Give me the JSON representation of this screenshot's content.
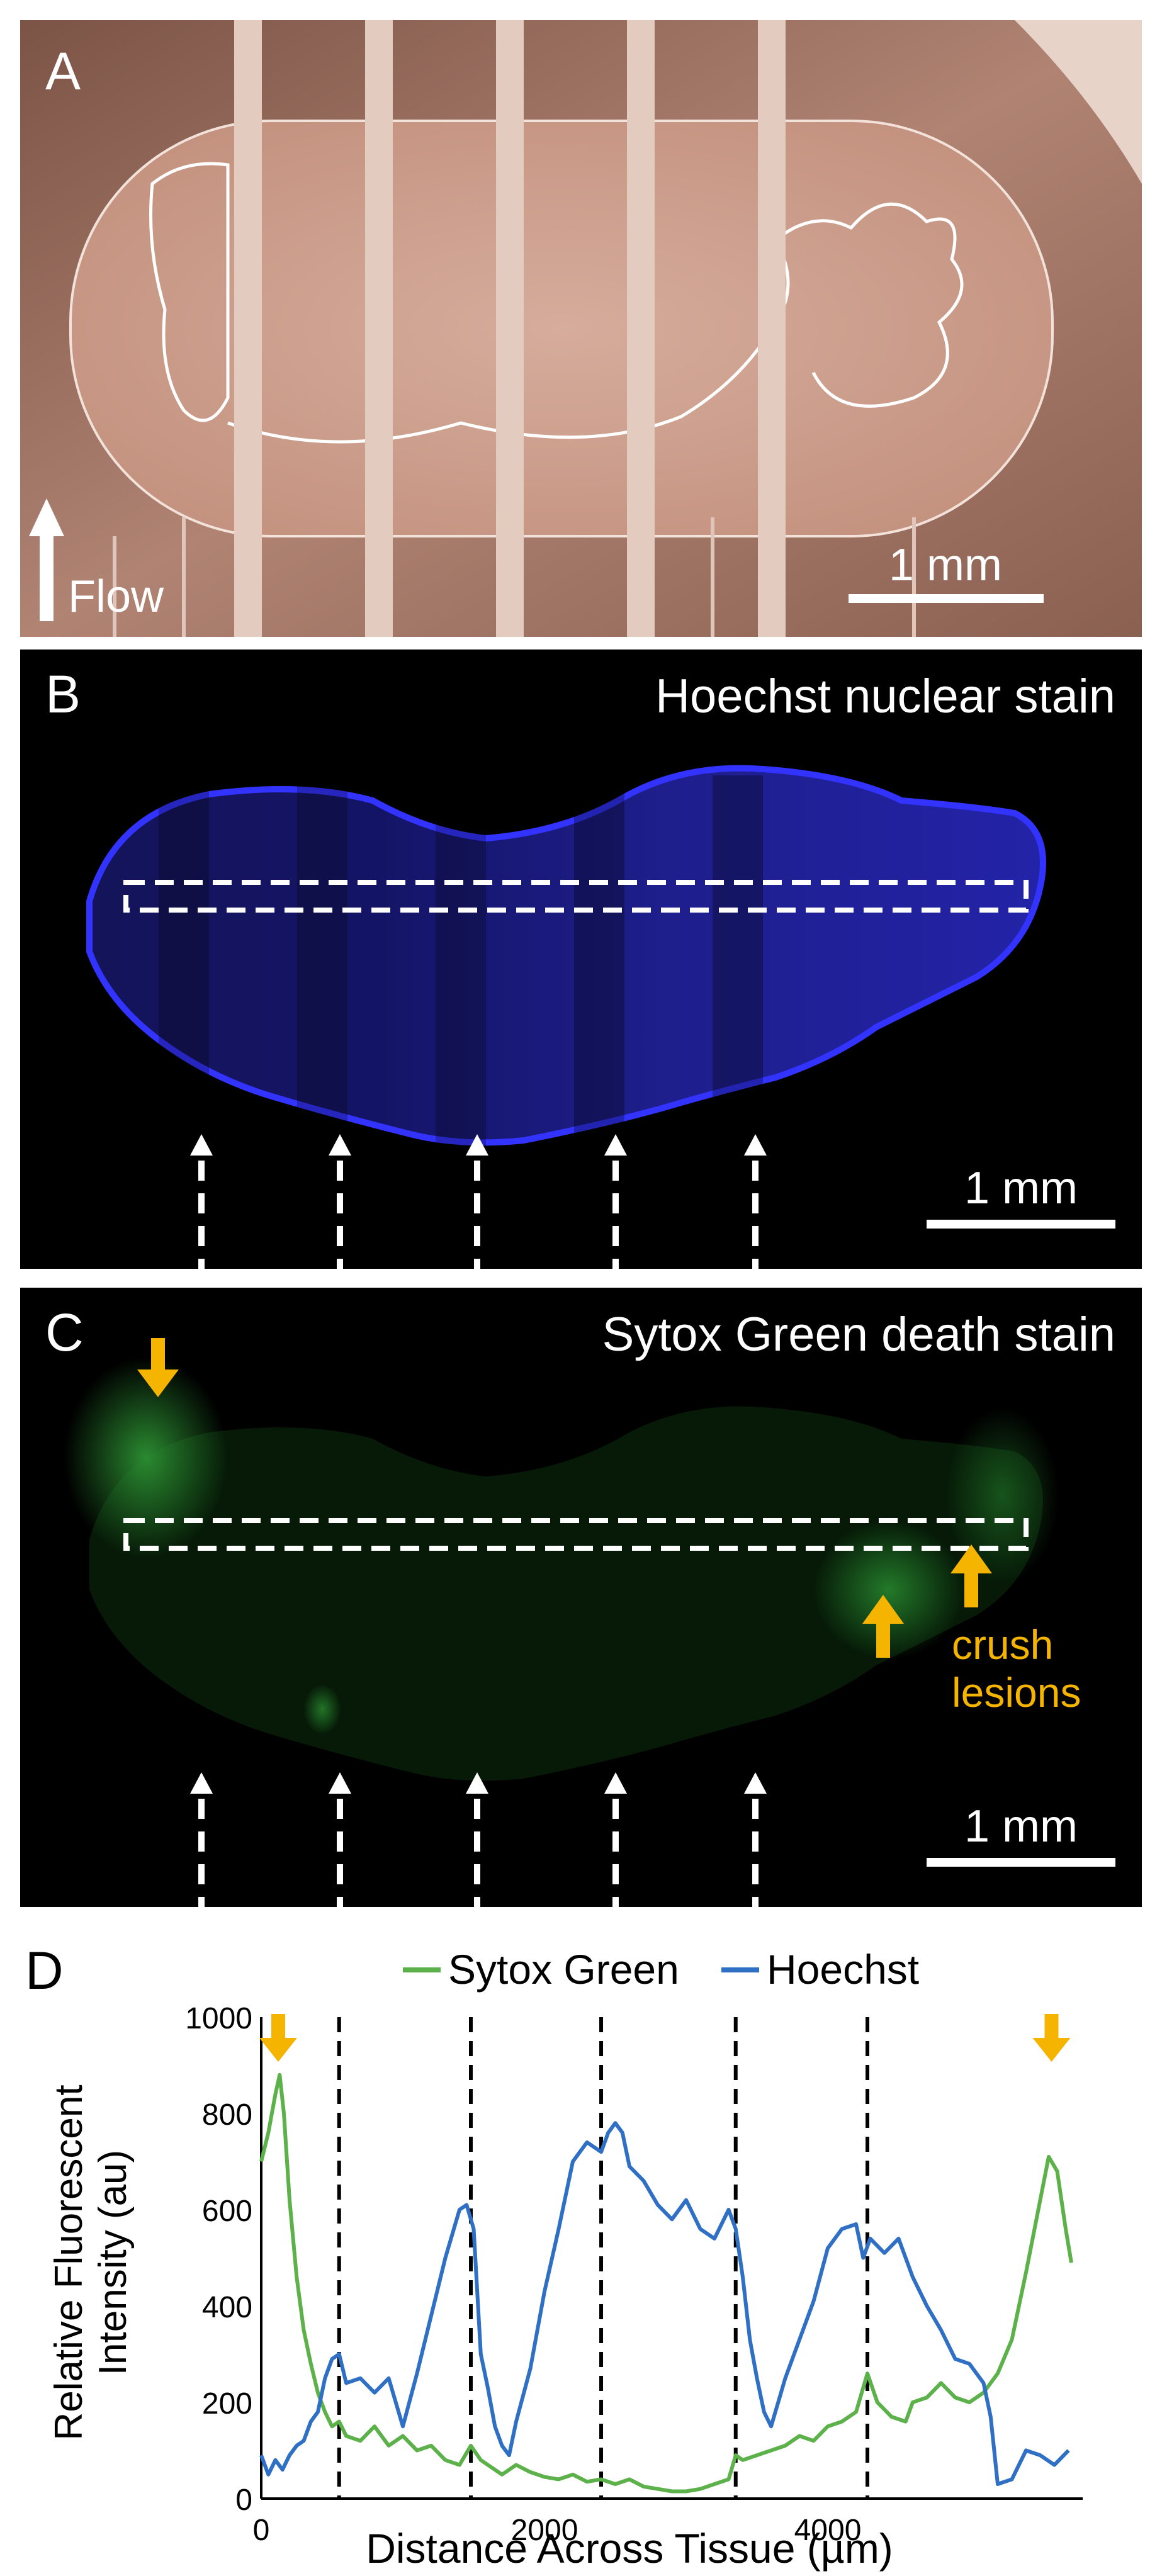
{
  "panel_a": {
    "letter": "A",
    "flow_label": "Flow",
    "scale_bar_label": "1 mm"
  },
  "panel_b": {
    "letter": "B",
    "title": "Hoechst nuclear stain",
    "scale_bar_label": "1 mm"
  },
  "panel_c": {
    "letter": "C",
    "title": "Sytox Green death stain",
    "annotation_line1": "crush",
    "annotation_line2": "lesions",
    "scale_bar_label": "1 mm"
  },
  "panel_d": {
    "letter": "D"
  },
  "colors": {
    "sytox": "#5db14a",
    "hoechst": "#2f6fc4",
    "arrow": "#f5b400",
    "dashed": "#000000"
  },
  "chart_data": {
    "type": "line",
    "xlabel": "Distance Across Tissue (µm)",
    "ylabel_line1": "Relative Fluorescent",
    "ylabel_line2": "Intensity (au)",
    "xlim": [
      0,
      5800
    ],
    "ylim": [
      0,
      1000
    ],
    "x_ticks": [
      0,
      2000,
      4000
    ],
    "y_ticks": [
      0,
      200,
      400,
      600,
      800,
      1000
    ],
    "vlines": [
      550,
      1480,
      2400,
      3350,
      4280
    ],
    "arrow_markers": [
      120,
      5580
    ],
    "series": [
      {
        "name": "Sytox Green",
        "x": [
          0,
          50,
          100,
          130,
          160,
          200,
          250,
          300,
          350,
          400,
          450,
          500,
          550,
          600,
          700,
          800,
          900,
          1000,
          1100,
          1200,
          1300,
          1400,
          1480,
          1550,
          1650,
          1700,
          1800,
          1900,
          2000,
          2100,
          2200,
          2300,
          2400,
          2500,
          2600,
          2700,
          2800,
          2900,
          3000,
          3100,
          3200,
          3300,
          3350,
          3400,
          3500,
          3600,
          3700,
          3800,
          3900,
          4000,
          4100,
          4200,
          4280,
          4350,
          4450,
          4550,
          4600,
          4700,
          4800,
          4900,
          5000,
          5100,
          5200,
          5300,
          5400,
          5500,
          5560,
          5620,
          5680,
          5720
        ],
        "y": [
          700,
          760,
          840,
          880,
          800,
          620,
          460,
          350,
          280,
          220,
          180,
          150,
          160,
          130,
          120,
          150,
          110,
          130,
          100,
          110,
          80,
          70,
          110,
          80,
          60,
          50,
          70,
          55,
          45,
          40,
          50,
          35,
          40,
          30,
          40,
          25,
          20,
          15,
          15,
          20,
          30,
          40,
          90,
          80,
          90,
          100,
          110,
          130,
          120,
          150,
          160,
          180,
          260,
          200,
          170,
          160,
          200,
          210,
          240,
          210,
          200,
          220,
          260,
          330,
          470,
          620,
          710,
          680,
          560,
          490
        ]
      },
      {
        "name": "Hoechst",
        "x": [
          0,
          50,
          100,
          150,
          200,
          250,
          300,
          350,
          400,
          450,
          500,
          550,
          600,
          700,
          800,
          900,
          1000,
          1100,
          1200,
          1300,
          1400,
          1450,
          1500,
          1550,
          1600,
          1650,
          1700,
          1750,
          1800,
          1900,
          2000,
          2100,
          2200,
          2300,
          2400,
          2450,
          2500,
          2550,
          2600,
          2700,
          2800,
          2900,
          3000,
          3100,
          3200,
          3300,
          3350,
          3400,
          3450,
          3500,
          3550,
          3600,
          3700,
          3800,
          3900,
          4000,
          4100,
          4200,
          4250,
          4300,
          4400,
          4500,
          4600,
          4700,
          4800,
          4900,
          5000,
          5100,
          5150,
          5200,
          5300,
          5400,
          5500,
          5600,
          5700
        ],
        "y": [
          90,
          50,
          80,
          60,
          90,
          110,
          120,
          160,
          180,
          250,
          290,
          300,
          240,
          250,
          220,
          250,
          150,
          260,
          380,
          500,
          600,
          610,
          560,
          300,
          230,
          150,
          110,
          90,
          160,
          270,
          430,
          560,
          700,
          740,
          720,
          760,
          780,
          760,
          690,
          660,
          610,
          580,
          620,
          560,
          540,
          600,
          560,
          460,
          330,
          250,
          180,
          150,
          250,
          330,
          410,
          520,
          560,
          570,
          500,
          540,
          510,
          540,
          460,
          400,
          350,
          290,
          280,
          240,
          170,
          30,
          40,
          100,
          90,
          70,
          100
        ]
      }
    ]
  }
}
